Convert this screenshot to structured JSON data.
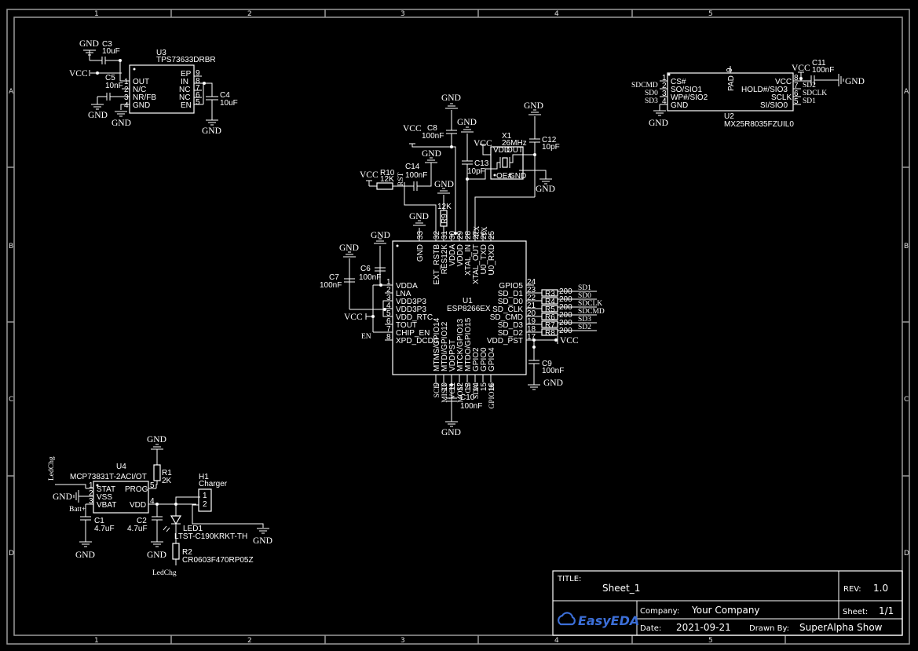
{
  "sheet": {
    "background": "#000000",
    "frame_color": "#9a9a9a",
    "wire_color": "#ffffff",
    "column_labels": [
      "1",
      "2",
      "3",
      "4",
      "5"
    ],
    "row_labels": [
      "A",
      "B",
      "C",
      "D"
    ]
  },
  "u3": {
    "ref": "U3",
    "part": "TPS73633DRBR",
    "left_pins": [
      {
        "num": "1",
        "name": "OUT"
      },
      {
        "num": "2",
        "name": "N/C"
      },
      {
        "num": "3",
        "name": "NR/FB"
      },
      {
        "num": "4",
        "name": "GND"
      }
    ],
    "right_pins": [
      {
        "num": "9",
        "name": "EP"
      },
      {
        "num": "8",
        "name": "IN"
      },
      {
        "num": "7",
        "name": "NC"
      },
      {
        "num": "6",
        "name": "NC"
      },
      {
        "num": "5",
        "name": "EN"
      }
    ],
    "c3": {
      "ref": "C3",
      "value": "10uF"
    },
    "c5": {
      "ref": "C5",
      "value": "10nF"
    },
    "c4": {
      "ref": "C4",
      "value": "10uF"
    }
  },
  "u2": {
    "ref": "U2",
    "part": "MX25R8035FZUIL0",
    "left_pins": [
      {
        "num": "1",
        "name": "CS#",
        "net": ""
      },
      {
        "num": "2",
        "name": "SO/SIO1",
        "net": "SDCMD"
      },
      {
        "num": "3",
        "name": "WP#/SIO2",
        "net": "SD0"
      },
      {
        "num": "4",
        "name": "GND",
        "net": "SD3"
      }
    ],
    "right_pins": [
      {
        "num": "8",
        "name": "VCC",
        "net": ""
      },
      {
        "num": "7",
        "name": "HOLD#/SIO3",
        "net": "SD2"
      },
      {
        "num": "6",
        "name": "SCLK",
        "net": "SDCLK"
      },
      {
        "num": "5",
        "name": "SI/SIO0",
        "net": "SD1"
      }
    ],
    "top_pin": {
      "num": "9",
      "name": "PAD"
    },
    "c11": {
      "ref": "C11",
      "value": "100nF"
    }
  },
  "u1": {
    "ref": "U1",
    "part": "ESP8266EX",
    "left_pins": [
      {
        "num": "1",
        "name": "VDDA"
      },
      {
        "num": "2",
        "name": "LNA"
      },
      {
        "num": "3",
        "name": "VDD3P3"
      },
      {
        "num": "4",
        "name": "VDD3P3"
      },
      {
        "num": "5",
        "name": "VDD_RTC"
      },
      {
        "num": "6",
        "name": "TOUT"
      },
      {
        "num": "7",
        "name": "CHIP_EN"
      },
      {
        "num": "8",
        "name": "XPD_DCDC"
      }
    ],
    "right_pins": [
      {
        "num": "24",
        "name": "GPIO5"
      },
      {
        "num": "23",
        "name": "SD_D1"
      },
      {
        "num": "22",
        "name": "SD_D0"
      },
      {
        "num": "21",
        "name": "SD_CLK"
      },
      {
        "num": "20",
        "name": "SD_CMD"
      },
      {
        "num": "19",
        "name": "SD_D3"
      },
      {
        "num": "18",
        "name": "SD_D2"
      },
      {
        "num": "17",
        "name": "VDD_PST"
      }
    ],
    "top_pins": [
      {
        "num": "33",
        "name": "GND"
      },
      {
        "num": "32",
        "name": "EXT_RSTB"
      },
      {
        "num": "31",
        "name": "RES12K"
      },
      {
        "num": "30",
        "name": "VDDA"
      },
      {
        "num": "29",
        "name": "VDDD"
      },
      {
        "num": "28",
        "name": "XTAL_IN"
      },
      {
        "num": "27",
        "name": "XTAL_OUT"
      },
      {
        "num": "26",
        "name": "U0_TXD"
      },
      {
        "num": "25",
        "name": "U0_RXD"
      }
    ],
    "top_pin_nets": {
      "26": "RX",
      "25": "TX"
    },
    "bottom_pins": [
      {
        "num": "9",
        "name": "MTMS/GPIO14",
        "net": "SCL"
      },
      {
        "num": "10",
        "name": "MTDI/GPIO12",
        "net": "MISO"
      },
      {
        "num": "11",
        "name": "VDDPST",
        "net": "VCC"
      },
      {
        "num": "12",
        "name": "MTCK/GPIO13",
        "net": "MOSI"
      },
      {
        "num": "13",
        "name": "MTDO/GPIO15",
        "net": "CS"
      },
      {
        "num": "14",
        "name": "GPIO2",
        "net": "SDA"
      },
      {
        "num": "15",
        "name": "GPIO0",
        "net": ""
      },
      {
        "num": "16",
        "name": "GPIO4",
        "net": "GPIO16"
      }
    ],
    "en_net": "EN",
    "rst_net": "RST"
  },
  "series_resistors": [
    {
      "ref": "R3",
      "value": "200",
      "net": "SD1"
    },
    {
      "ref": "R4",
      "value": "200",
      "net": "SD0"
    },
    {
      "ref": "R5",
      "value": "200",
      "net": "SDCLK"
    },
    {
      "ref": "R6",
      "value": "200",
      "net": "SDCMD"
    },
    {
      "ref": "R7",
      "value": "200",
      "net": "SD3"
    },
    {
      "ref": "R8",
      "value": "200",
      "net": "SD2"
    }
  ],
  "passives": {
    "c6": {
      "ref": "C6",
      "value": "100nF"
    },
    "c7": {
      "ref": "C7",
      "value": "100nF"
    },
    "c8": {
      "ref": "C8",
      "value": "100nF"
    },
    "c9": {
      "ref": "C9",
      "value": "100nF"
    },
    "c10": {
      "ref": "C10",
      "value": "100nF"
    },
    "c12": {
      "ref": "C12",
      "value": "10pF"
    },
    "c13": {
      "ref": "C13",
      "value": "10pF"
    },
    "c14": {
      "ref": "C14",
      "value": "100nF"
    },
    "r9": {
      "ref": "R9",
      "value": "12K"
    },
    "r10": {
      "ref": "R10",
      "value": "12K"
    }
  },
  "x1": {
    "ref": "X1",
    "value": "26MHz",
    "pin_vdd": "VDD",
    "pin_out": "OUT",
    "pin_oe": "OE#",
    "pin_gnd": "GND"
  },
  "u4": {
    "ref": "U4",
    "part": "MCP73831T-2ACI/OT",
    "left_pins": [
      {
        "num": "1",
        "name": "STAT"
      },
      {
        "num": "2",
        "name": "VSS"
      },
      {
        "num": "3",
        "name": "VBAT"
      }
    ],
    "right_pins": [
      {
        "num": "5",
        "name": "PROG"
      },
      {
        "num": "4",
        "name": "VDD"
      }
    ],
    "stat_net": "LedChg",
    "vbat_net": "Batt+",
    "c1": {
      "ref": "C1",
      "value": "4.7uF"
    },
    "c2": {
      "ref": "C2",
      "value": "4.7uF"
    },
    "r1": {
      "ref": "R1",
      "value": "2K"
    },
    "r2": {
      "ref": "R2",
      "value": "CR0603F470RP05Z"
    },
    "led1": {
      "ref": "LED1",
      "value": "LTST-C190KRKT-TH"
    },
    "h1": {
      "ref": "H1",
      "value": "Charger",
      "pins": [
        "1",
        "2"
      ]
    },
    "led_net": "LedChg"
  },
  "nets": {
    "gnd": "GND",
    "vcc": "VCC"
  },
  "title_block": {
    "title_label": "TITLE:",
    "title": "Sheet_1",
    "rev_label": "REV:",
    "rev": "1.0",
    "company_label": "Company:",
    "company": "Your Company",
    "sheet_label": "Sheet:",
    "sheet": "1/1",
    "date_label": "Date:",
    "date": "2021-09-21",
    "drawn_label": "Drawn By:",
    "drawn_by": "SuperAlpha Show",
    "logo": "EasyEDA",
    "logo_color": "#3c6fd8"
  }
}
